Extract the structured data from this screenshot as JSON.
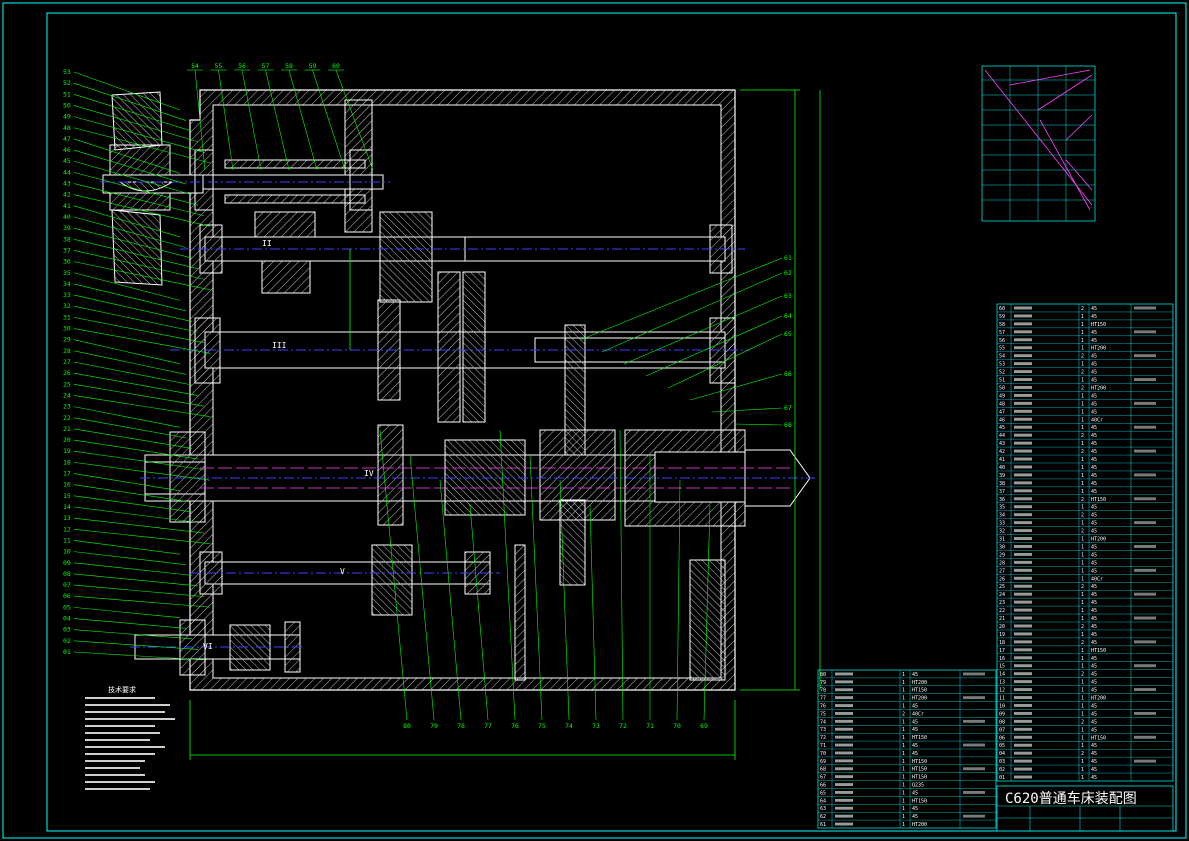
{
  "drawing": {
    "title": "C620普通车床装配图",
    "shaft_labels": [
      "II",
      "III",
      "IV",
      "V",
      "VI"
    ],
    "tech_requirements_title": "技术要求",
    "colors": {
      "background": "#000000",
      "frame": "#00ffff",
      "outline": "#ffffff",
      "leader": "#00ff00",
      "centerline": "#4040ff",
      "spindle_axis": "#ff44ff",
      "hatch": "#cccccc",
      "table": "#00e0e0"
    },
    "callouts": {
      "top": [
        "54",
        "55",
        "56",
        "57",
        "58",
        "59",
        "60"
      ],
      "left": [
        "53",
        "52",
        "51",
        "50",
        "49",
        "48",
        "47",
        "46",
        "45",
        "44",
        "43",
        "42",
        "41",
        "40",
        "39",
        "38",
        "37",
        "36",
        "35",
        "34",
        "33",
        "32",
        "31",
        "30",
        "29",
        "28",
        "27",
        "26",
        "25",
        "24",
        "23",
        "22",
        "21",
        "20",
        "19",
        "18",
        "17",
        "16",
        "15",
        "14",
        "13",
        "12",
        "11",
        "10",
        "09",
        "08",
        "07",
        "06",
        "05",
        "04",
        "03",
        "02",
        "01"
      ],
      "right": [
        "61",
        "62",
        "63",
        "64",
        "65",
        "66",
        "67",
        "68"
      ],
      "bottom": [
        "80",
        "79",
        "78",
        "77",
        "76",
        "75",
        "74",
        "73",
        "72",
        "71",
        "70",
        "69"
      ]
    },
    "parts_list_lower": {
      "numbers": [
        "80",
        "79",
        "78",
        "77",
        "76",
        "75",
        "74",
        "73",
        "72",
        "71",
        "70",
        "69",
        "68",
        "67",
        "66",
        "65",
        "64",
        "63",
        "62",
        "61"
      ],
      "qty": [
        "1",
        "1",
        "1",
        "1",
        "1",
        "2",
        "1",
        "1",
        "1",
        "1",
        "1",
        "1",
        "1",
        "1",
        "1",
        "1",
        "1",
        "1",
        "1",
        "1"
      ],
      "material": [
        "45",
        "HT200",
        "HT150",
        "HT200",
        "45",
        "40Cr",
        "45",
        "45",
        "HT150",
        "45",
        "45",
        "HT150",
        "HT150",
        "HT150",
        "Q235",
        "45",
        "HT150",
        "45",
        "45",
        "HT200"
      ]
    },
    "parts_list_right": {
      "numbers": [
        "60",
        "59",
        "58",
        "57",
        "56",
        "55",
        "54",
        "53",
        "52",
        "51",
        "50",
        "49",
        "48",
        "47",
        "46",
        "45",
        "44",
        "43",
        "42",
        "41",
        "40",
        "39",
        "38",
        "37",
        "36",
        "35",
        "34",
        "33",
        "32",
        "31",
        "30",
        "29",
        "28",
        "27",
        "26",
        "25",
        "24",
        "23",
        "22",
        "21",
        "20",
        "19",
        "18",
        "17",
        "16",
        "15",
        "14",
        "13",
        "12",
        "11",
        "10",
        "09",
        "08",
        "07",
        "06",
        "05",
        "04",
        "03",
        "02",
        "01"
      ],
      "qty": [
        "2",
        "1",
        "1",
        "1",
        "1",
        "1",
        "2",
        "1",
        "2",
        "1",
        "2",
        "1",
        "1",
        "1",
        "1",
        "1",
        "2",
        "1",
        "2",
        "1",
        "1",
        "1",
        "1",
        "1",
        "2",
        "1",
        "2",
        "1",
        "2",
        "1",
        "1",
        "1",
        "1",
        "1",
        "1",
        "2",
        "1",
        "1",
        "1",
        "1",
        "2",
        "1",
        "2",
        "1",
        "1",
        "1",
        "2",
        "1",
        "1",
        "1",
        "1",
        "1",
        "2",
        "1",
        "1",
        "1",
        "2",
        "1",
        "1",
        "1"
      ],
      "material": [
        "45",
        "45",
        "HT150",
        "45",
        "45",
        "HT200",
        "45",
        "45",
        "45",
        "45",
        "HT200",
        "45",
        "45",
        "45",
        "40Cr",
        "45",
        "45",
        "45",
        "45",
        "45",
        "45",
        "45",
        "45",
        "45",
        "HT150",
        "45",
        "45",
        "45",
        "45",
        "HT200",
        "45",
        "45",
        "45",
        "45",
        "40Cr",
        "45",
        "45",
        "45",
        "45",
        "45",
        "45",
        "45",
        "45",
        "HT150",
        "45",
        "45",
        "45",
        "45",
        "45",
        "HT200",
        "45",
        "45",
        "45",
        "45",
        "HT150",
        "45",
        "45",
        "45",
        "45",
        "45"
      ]
    }
  }
}
